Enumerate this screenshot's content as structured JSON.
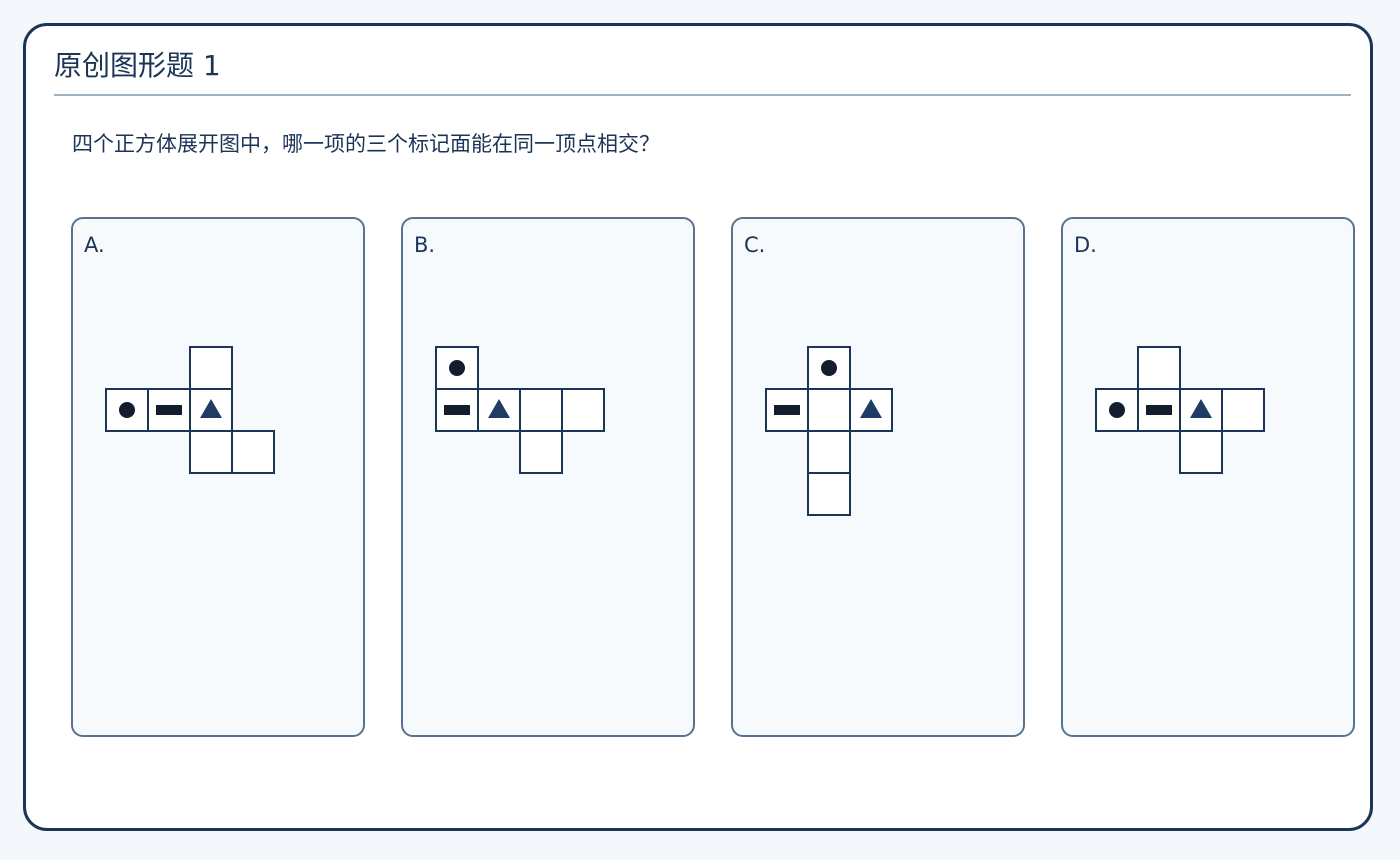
{
  "page": {
    "title": "原创图形题 1",
    "question": "四个正方体展开图中，哪一项的三个标记面能在同一顶点相交？"
  },
  "colors": {
    "frame_border": "#1c3556",
    "text": "#1c3556",
    "divider": "#9fb3c3",
    "card_border": "#5a738c",
    "card_bg": "#f7fafd",
    "cell_stroke": "#1c3556",
    "dot_fill": "#141d2e",
    "bar_fill": "#141d2e",
    "triangle_fill": "#1e3c66"
  },
  "options": [
    {
      "label": "A.",
      "cells": [
        {
          "col": 2,
          "row": 0,
          "mark": "none"
        },
        {
          "col": 0,
          "row": 1,
          "mark": "dot"
        },
        {
          "col": 1,
          "row": 1,
          "mark": "bar"
        },
        {
          "col": 2,
          "row": 1,
          "mark": "triangle"
        },
        {
          "col": 2,
          "row": 2,
          "mark": "none"
        },
        {
          "col": 3,
          "row": 2,
          "mark": "none"
        }
      ]
    },
    {
      "label": "B.",
      "cells": [
        {
          "col": 0,
          "row": 0,
          "mark": "dot"
        },
        {
          "col": 0,
          "row": 1,
          "mark": "bar"
        },
        {
          "col": 1,
          "row": 1,
          "mark": "triangle"
        },
        {
          "col": 2,
          "row": 1,
          "mark": "none"
        },
        {
          "col": 3,
          "row": 1,
          "mark": "none"
        },
        {
          "col": 2,
          "row": 2,
          "mark": "none"
        }
      ]
    },
    {
      "label": "C.",
      "cells": [
        {
          "col": 1,
          "row": 0,
          "mark": "dot"
        },
        {
          "col": 0,
          "row": 1,
          "mark": "bar"
        },
        {
          "col": 1,
          "row": 1,
          "mark": "none"
        },
        {
          "col": 2,
          "row": 1,
          "mark": "triangle"
        },
        {
          "col": 1,
          "row": 2,
          "mark": "none"
        },
        {
          "col": 1,
          "row": 3,
          "mark": "none"
        }
      ]
    },
    {
      "label": "D.",
      "cells": [
        {
          "col": 1,
          "row": 0,
          "mark": "none"
        },
        {
          "col": 0,
          "row": 1,
          "mark": "dot"
        },
        {
          "col": 1,
          "row": 1,
          "mark": "bar"
        },
        {
          "col": 2,
          "row": 1,
          "mark": "triangle"
        },
        {
          "col": 3,
          "row": 1,
          "mark": "none"
        },
        {
          "col": 2,
          "row": 2,
          "mark": "none"
        }
      ]
    }
  ]
}
